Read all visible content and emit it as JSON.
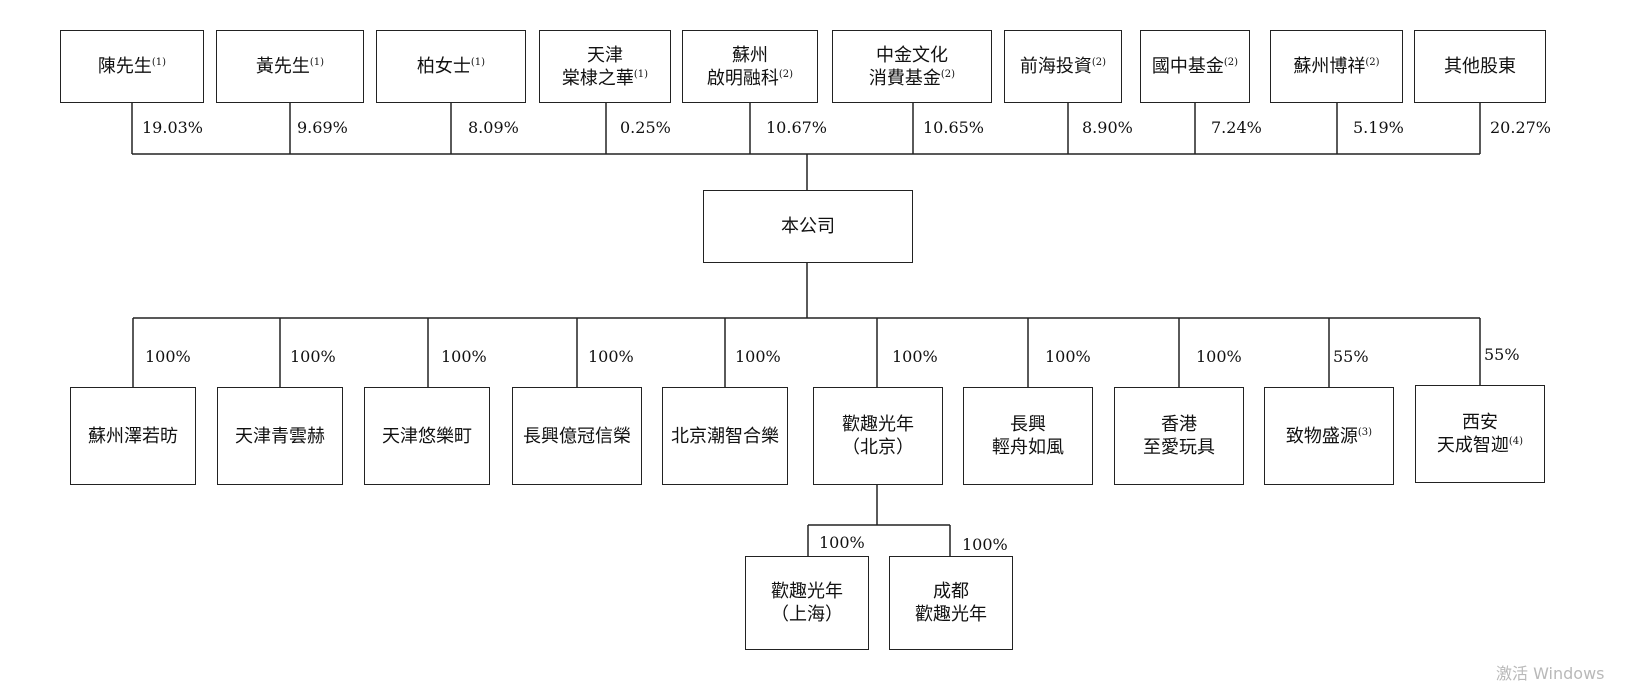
{
  "shareholders": [
    {
      "lines": [
        "陳先生"
      ],
      "note": "(1)",
      "pct": "19.03%"
    },
    {
      "lines": [
        "黃先生"
      ],
      "note": "(1)",
      "pct": "9.69%"
    },
    {
      "lines": [
        "柏女士"
      ],
      "note": "(1)",
      "pct": "8.09%"
    },
    {
      "lines": [
        "天津",
        "棠棣之華"
      ],
      "note": "(1)",
      "pct": "0.25%"
    },
    {
      "lines": [
        "蘇州",
        "啟明融科"
      ],
      "note": "(2)",
      "pct": "10.67%"
    },
    {
      "lines": [
        "中金文化",
        "消費基金"
      ],
      "note": "(2)",
      "pct": "10.65%"
    },
    {
      "lines": [
        "前海投資"
      ],
      "note": "(2)",
      "pct": "8.90%"
    },
    {
      "lines": [
        "國中基金"
      ],
      "note": "(2)",
      "pct": "7.24%"
    },
    {
      "lines": [
        "蘇州博祥"
      ],
      "note": "(2)",
      "pct": "5.19%"
    },
    {
      "lines": [
        "其他股東"
      ],
      "note": "",
      "pct": "20.27%"
    }
  ],
  "company": {
    "lines": [
      "本公司"
    ]
  },
  "subsidiaries": [
    {
      "lines": [
        "蘇州澤若昉"
      ],
      "note": "",
      "pct": "100%"
    },
    {
      "lines": [
        "天津青雲赫"
      ],
      "note": "",
      "pct": "100%"
    },
    {
      "lines": [
        "天津悠樂町"
      ],
      "note": "",
      "pct": "100%"
    },
    {
      "lines": [
        "長興億冠信榮"
      ],
      "note": "",
      "pct": "100%"
    },
    {
      "lines": [
        "北京潮智合樂"
      ],
      "note": "",
      "pct": "100%"
    },
    {
      "lines": [
        "歡趣光年",
        "（北京）"
      ],
      "note": "",
      "pct": "100%"
    },
    {
      "lines": [
        "長興",
        "輕舟如風"
      ],
      "note": "",
      "pct": "100%"
    },
    {
      "lines": [
        "香港",
        "至愛玩具"
      ],
      "note": "",
      "pct": "100%"
    },
    {
      "lines": [
        "致物盛源"
      ],
      "note": "(3)",
      "pct": "55%"
    },
    {
      "lines": [
        "西安",
        "天成智迦"
      ],
      "note": "(4)",
      "pct": "55%"
    }
  ],
  "grandchildren": [
    {
      "lines": [
        "歡趣光年",
        "（上海）"
      ],
      "note": "",
      "pct": "100%"
    },
    {
      "lines": [
        "成都",
        "歡趣光年"
      ],
      "note": "",
      "pct": "100%"
    }
  ],
  "watermark": "激活 Windows"
}
